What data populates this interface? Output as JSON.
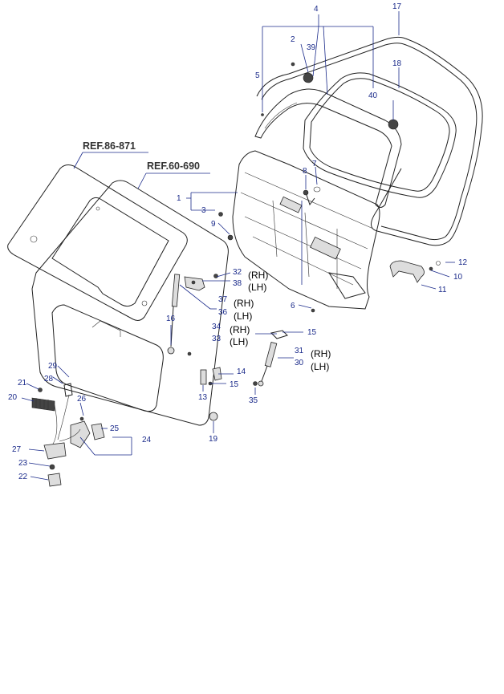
{
  "refs": {
    "glass": "REF.86-871",
    "panel": "REF.60-690"
  },
  "callouts": {
    "n1": "1",
    "n2": "2",
    "n3": "3",
    "n4": "4",
    "n5": "5",
    "n6": "6",
    "n7": "7",
    "n8": "8",
    "n9": "9",
    "n10": "10",
    "n11": "11",
    "n12": "12",
    "n13": "13",
    "n14": "14",
    "n15a": "15",
    "n15b": "15",
    "n16": "16",
    "n17": "17",
    "n18": "18",
    "n19": "19",
    "n20": "20",
    "n21": "21",
    "n22": "22",
    "n23": "23",
    "n24": "24",
    "n25": "25",
    "n26": "26",
    "n27": "27",
    "n28": "28",
    "n29": "29",
    "n30": "30",
    "n31": "31",
    "n32": "32",
    "n33": "33",
    "n34": "34",
    "n35": "35",
    "n36": "36",
    "n37": "37",
    "n38": "38",
    "n39": "39",
    "n40": "40"
  },
  "sides": {
    "rh": "(RH)",
    "lh": "(LH)"
  },
  "colors": {
    "callout": "#1a2a8a",
    "line": "#222222"
  }
}
